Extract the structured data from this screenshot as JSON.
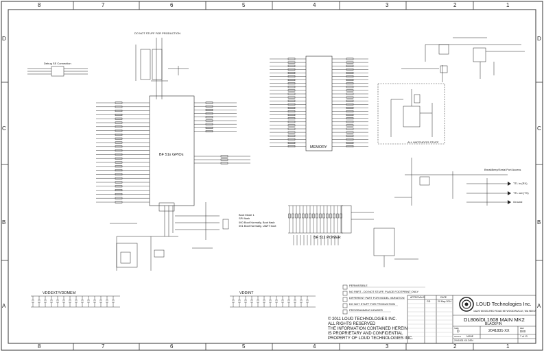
{
  "columns_top": [
    "8",
    "7",
    "6",
    "5",
    "4",
    "3",
    "2",
    "1"
  ],
  "rows_left": [
    "D",
    "C",
    "B",
    "A"
  ],
  "blocks": {
    "debug": "Debug SE Connection",
    "do_not_stuff": "DO NOT STUFF FOR PRODUCTION",
    "gpios": "BF 51x GPIOs",
    "memory": "MEMORY",
    "power": "BF 51x POWER",
    "boot_mode": "Boot Mode 1",
    "boot_mode_sub": "SPI flash",
    "boot_opt1": "000   Boot Normally, Boot flash",
    "boot_opt2": "001   Boot Normally, UART boot",
    "watchdog": "ALL WATCHDOG STUFF",
    "ttl_label": "BreakBeep/Serial Port Access",
    "ttl_in": "TTL in (RX)",
    "ttl_out": "TTL out (TX)",
    "ground": "Ground",
    "vddext": "VDDEXT/VDDMEM",
    "vddint": "VDDINT"
  },
  "legend": [
    "PERMISSIBLE",
    "NO PART - DO NOT STUFF, PLACE FOOTPRINT ONLY",
    "DIFFERENT PART FOR MODEL VARIATION",
    "DO NOT STUFF FOR PRODUCTION",
    "PROGRAMMING HEADER"
  ],
  "copyright": [
    "© 2011 LOUD TECHNOLOGIES INC.",
    "ALL RIGHTS RESERVED",
    "THE INFORMATION CONTAINED HEREIN",
    "IS PROPRIETARY AND CONFIDENTIAL",
    "PROPERTY OF LOUD TECHNOLOGIES INC."
  ],
  "title_block": {
    "company": "LOUD Technologies Inc.",
    "address": "16220 WOOD-RED ROAD NE  WOODINVILLE, WA  98072",
    "title": "DL806/DL1608 MAIN MK2",
    "subtitle": "BLACKFIN",
    "approvals_header": "APPROVALS",
    "date_header": "DATE",
    "drawn_by": "GD",
    "date": "20 May 2014",
    "size_label": "SIZE",
    "size": "D",
    "doc_number": "2041831-XX",
    "rev_label": "REV",
    "rev": "D00",
    "scale_label": "SCALE",
    "scale": "NONE",
    "sheet": "7 of 13",
    "file": "2041831.XX.DSN"
  }
}
